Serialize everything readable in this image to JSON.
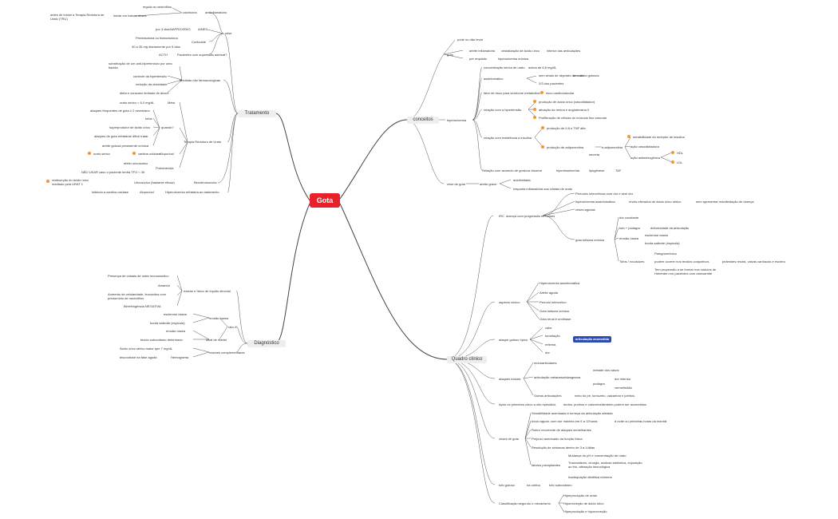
{
  "central": {
    "label": "Gota"
  },
  "branches": {
    "tratamento": "Tratamento",
    "diagnostico": "Diagnóstico",
    "conceitos": "conceitos",
    "quadro": "Quadro clínico"
  },
  "tratamento": {
    "crise": "crise",
    "colchicina": "colchicina",
    "antiinflamatorio": "antiinflamatório",
    "regula_neutrofilos": "regula os neutrófilos",
    "antes_terapia": "antes de iniciar a Terapia Redutora de Urato (TRU)",
    "iniciar_baixas": "iniciar em baixas doses",
    "por3dias": "por 3 dias",
    "naproxeno": "NAPROXENO",
    "aines": "AINES",
    "prednisolona": "Prednisolona ou triancinolona",
    "corticoide": "Corticoide",
    "dose30": "30 a 35 mg diariamente por 5 dias",
    "acth": "ACTH",
    "supressao": "Pacientes com supressão adrenal?",
    "medidas": "Medidas não farmacológicas",
    "subst_anti": "substituição de um anti-hipertensivo por uma tiazida",
    "controle_hip": "controle da hipertensão",
    "reducao_obes": "redução da obesidade",
    "dieta": "dieta e consumo limitado de álcool",
    "tru": "Terapia Redutora de Urato",
    "meta": "Meta",
    "urato_meta": "urato sérico < 6,0 mg/dL",
    "quando": "quando?",
    "ataques": "ataques frequentes de gota ≥ 2 vezes/ano",
    "tofos": "tofos",
    "superprodutor": "superprodutor de ácido úrico",
    "ataques_refr": "ataques de gota refratária/ difícil tratar",
    "artrite_cronica": "artrite gotosa persistente crônica",
    "alopurinol": "Alopurinol",
    "xantina": "xantina oxidase",
    "urato_serico": "urato sérico",
    "probenecida": "Probenecida",
    "efeito": "efeito uricosúrico",
    "nao_usar": "NÃO USAR caso o paciente tenha TFG < 30",
    "benzbromarona": "Benzbromarona",
    "uricosurico": "Uricosúrico (bastante eficaz)",
    "reabsorcao": "reabsorção do ácido úrico mediado pela URAT 1",
    "alopurinol2": "Alopurinol",
    "inibindo": "inibindo a xantina oxidase",
    "hiperuricemia_refr": "Hiperuricemia refratária ao tratamento"
  },
  "diagnostico": {
    "exame_fisico": "exame e físico de líquido sinovial",
    "presenca": "Presença de cristais de urato monossódico",
    "amarelo": "Amarelo",
    "aumento": "Aumento de celularidade, leucócitos com predomínio de neutrófilos",
    "birrefringencia": "Birrefringência NEGATIVA",
    "raiox": "raio-X",
    "erosao": "erosão óssea",
    "esclerose": "esclerose óssea",
    "borda": "borda saliente (espicula)",
    "sinal": "sinal de martel",
    "erosao2": "erosão óssea",
    "tecido": "tecido subcutâneo deformado",
    "exames": "exames complementares",
    "acido": "Ácido úrico sérico maior que 7 mg/dL",
    "leucocitose": "leucocitose na fase aguda",
    "hemograma": "Hemograma"
  },
  "conceitos": {
    "gota": "gota",
    "pode": "pode ou não levar",
    "artrite_infl": "artrite inflamatória",
    "cristalizacao": "cristalização de ácido úrico",
    "interior": "interior das articulações",
    "prerequisito": "pré requisito",
    "hiperuricemia_cr": "hiperuricemia crônica",
    "hiperuricemia": "hiperuricemia",
    "concentracao": "concentração sérica de urato",
    "acima": "acima de 6,8 mg/dL",
    "assintomatico": "assintomático",
    "sem_sinais": "sem sinais de depósito de urato",
    "sem_tofos": "sem tofos gotosos",
    "dois_tercos": "2/3 dos pacientes",
    "fator": "fator de risco para síndrome metabólica",
    "risco_cv": "risco cardiovascular",
    "relacao_hip": "relação com a hipertensão",
    "producao_acido": "produção de ácido úrico (vasodilatador)",
    "ativacao": "ativação da renina e angiotensina II",
    "proliferacao": "Proliferação de células do músculo liso vascular",
    "relacao_res": "relação com resistência a insulina",
    "producao_il6": "produção de IL6 e TNF alfa",
    "producao_adip": "produção de adiponectina",
    "adiponectina": "a adiponectina",
    "secreta": "secreta",
    "sensibilidade": "sensibilidade do receptor de insulina",
    "acao_vaso": "ação vasodilatadora",
    "acao_anti": "ação antiaterogênica",
    "hdl": "HDL",
    "ldl": "LDL",
    "relacao_gord": "Relação com acúmulo de gordura visceral",
    "hiperinsulinemia": "hiperinsulinemia",
    "lipogenese": "lipogênese",
    "tnf": "TAF",
    "crise_gota": "crise de gota",
    "artrite_grave": "artrite grave",
    "autolimitada": "autolimitada",
    "resposta": "resposta inflamatória aos cristais de urato"
  },
  "quadro": {
    "irc": "IRC",
    "doenca": "doença com progressão em crises",
    "periodos": "Períodos intercríticas com dor e sem dor",
    "hiper_assint": "hiperuricemia assintomática",
    "niveis": "níveis elevados de ácido úrico sérico",
    "sem_apresentar": "sem apresentar manifestação de doença",
    "crises_agudas": "crises agudas",
    "gota_tofacea": "gota tofácea crônica",
    "dor_constante": "dor constante",
    "tofo_podagra": "tofo + podagra",
    "deformidade": "deformidade da articulação",
    "erosao_ossea": "erosão óssea",
    "esclerose": "esclerose óssea",
    "borda": "borda saliente (espicula)",
    "tofos_nodulos": "Tofos / nouduloes",
    "patognomonico": "Patognomônico",
    "podem_ocorrer": "podem ocorrer nos tecidos conjuntivos",
    "piramides": "pirâmides renais, valvas cardíacas e esclera",
    "tem_propensao": "Tem propensão a se formar nos nódulos de Heberden em pacientes com osteoartrite",
    "aspecto": "aspecto clínico",
    "hiper_assint2": "Hiperuricemia assintomática",
    "artrite_aguda": "Artrite aguda",
    "periodo_inter": "Período intercrítico",
    "gota_tofacea2": "Gota tofácea crônica",
    "gota_renal": "Gota renal e urolitíase",
    "ataque": "ataque gotoso típico",
    "calor": "calor",
    "tumefacao": "tumefação",
    "eritema": "eritema",
    "dor": "dor",
    "articulacao": "articulação acometida",
    "ataques_iniciais": "ataques iniciais",
    "monoarticulares": "monoarticulares",
    "articulacao_meta": "articulação metatarsofalangeana",
    "metade": "metade dos casos",
    "podagra": "podagra",
    "dor_intensa": "dor intensa",
    "vermelhidao": "vermelhidão",
    "outras": "Outras articulações",
    "meio_pe": "meio do pé, tornozelo, calcanhar e joelhos",
    "apos": "Após os primeiros cinco a oito episódios",
    "dedos": "dedos, punhos e cotovelos",
    "tambem": "também podem ser acometidos",
    "crises_gota": "crises de gota",
    "sensibilidade": "Sensibilidade acentuada e tumeça da articulação afetada",
    "inicio": "Início agudo, com dor máxima em 6 a 12horas",
    "noite": "à noite ou primeiras horas da manhã",
    "rubor": "Rubor recorrente de ataques semelhantes",
    "prejuizo": "Prejuízo acentuado da função física",
    "resolucao": "Resolução de sintomas dentro de 3 a 14dias",
    "fatores": "fatores precipitantes",
    "mudanca": "Mudança do pH e concentração de urato",
    "traumatismo": "Traumatismo, cirurgia, acidose sistêmica, exposição ao frio, alteração imunológica",
    "inadequacao": "Inadequação dietética extrema",
    "tofo_gotoso": "tofo gotoso",
    "na_orelha": "na orelha",
    "tofo_sub": "tofo subcutâneo",
    "classificacao": "Classificação segundo o mecanismo",
    "hiperproducao": "Hiperprodução de urato",
    "hipoexcrecao": "Hipoexcreção de ácido úrico",
    "ambos": "Hiperprodução e hipoexcreção"
  },
  "colors": {
    "central": "#e8202a",
    "highlight": "#2b4bb5",
    "bullet": "#f39a2b"
  }
}
